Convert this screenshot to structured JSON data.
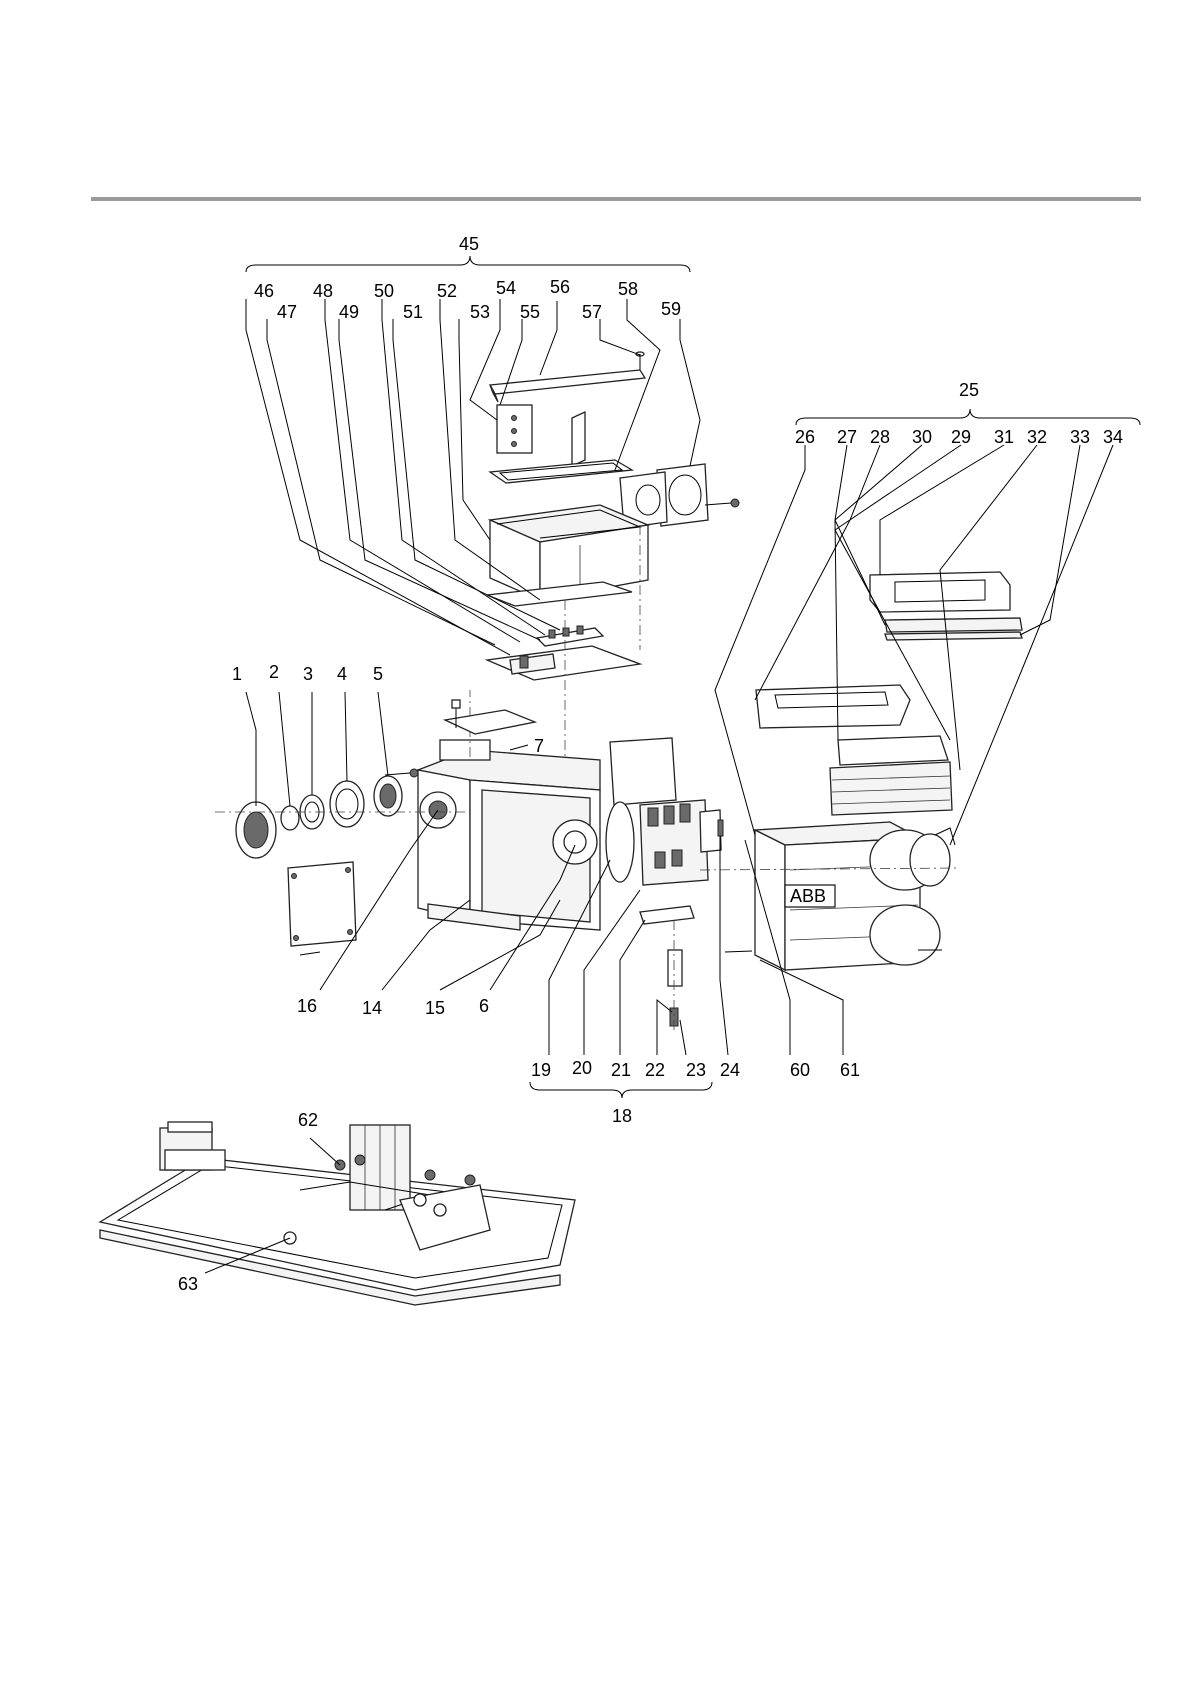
{
  "logo_text": "ABB",
  "callouts": [
    {
      "id": "c1",
      "label": "1"
    },
    {
      "id": "c2",
      "label": "2"
    },
    {
      "id": "c3",
      "label": "3"
    },
    {
      "id": "c4",
      "label": "4"
    },
    {
      "id": "c5",
      "label": "5"
    },
    {
      "id": "c6",
      "label": "6"
    },
    {
      "id": "c7",
      "label": "7"
    },
    {
      "id": "c14",
      "label": "14"
    },
    {
      "id": "c15",
      "label": "15"
    },
    {
      "id": "c16",
      "label": "16"
    },
    {
      "id": "c18",
      "label": "18"
    },
    {
      "id": "c19",
      "label": "19"
    },
    {
      "id": "c20",
      "label": "20"
    },
    {
      "id": "c21",
      "label": "21"
    },
    {
      "id": "c22",
      "label": "22"
    },
    {
      "id": "c23",
      "label": "23"
    },
    {
      "id": "c24",
      "label": "24"
    },
    {
      "id": "c25",
      "label": "25"
    },
    {
      "id": "c26",
      "label": "26"
    },
    {
      "id": "c27",
      "label": "27"
    },
    {
      "id": "c28",
      "label": "28"
    },
    {
      "id": "c29",
      "label": "29"
    },
    {
      "id": "c30",
      "label": "30"
    },
    {
      "id": "c31",
      "label": "31"
    },
    {
      "id": "c32",
      "label": "32"
    },
    {
      "id": "c33",
      "label": "33"
    },
    {
      "id": "c34",
      "label": "34"
    },
    {
      "id": "c45",
      "label": "45"
    },
    {
      "id": "c46",
      "label": "46"
    },
    {
      "id": "c47",
      "label": "47"
    },
    {
      "id": "c48",
      "label": "48"
    },
    {
      "id": "c49",
      "label": "49"
    },
    {
      "id": "c50",
      "label": "50"
    },
    {
      "id": "c51",
      "label": "51"
    },
    {
      "id": "c52",
      "label": "52"
    },
    {
      "id": "c53",
      "label": "53"
    },
    {
      "id": "c54",
      "label": "54"
    },
    {
      "id": "c55",
      "label": "55"
    },
    {
      "id": "c56",
      "label": "56"
    },
    {
      "id": "c57",
      "label": "57"
    },
    {
      "id": "c58",
      "label": "58"
    },
    {
      "id": "c59",
      "label": "59"
    },
    {
      "id": "c60",
      "label": "60"
    },
    {
      "id": "c61",
      "label": "61"
    },
    {
      "id": "c62",
      "label": "62"
    },
    {
      "id": "c63",
      "label": "63"
    }
  ]
}
